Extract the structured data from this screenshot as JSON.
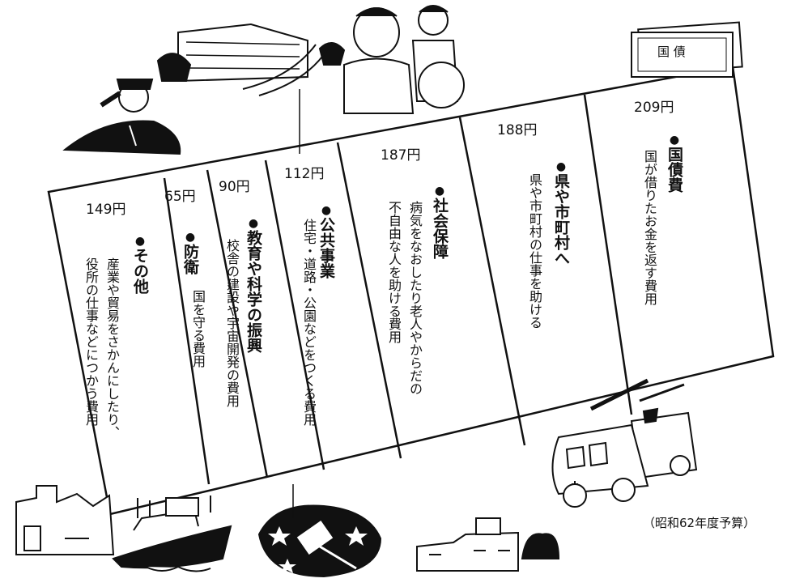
{
  "bond_label": "国 債",
  "footnote": "（昭和62年度予算）",
  "bullet": "●",
  "categories": [
    {
      "amount": "149円",
      "title": "その他",
      "desc_1": "産業や貿易をさかんにしたり、",
      "desc_2": "役所の仕事などにつかう費用"
    },
    {
      "amount": "65円",
      "title": "防衛",
      "desc_1": "国を守る費用"
    },
    {
      "amount": "90円",
      "title": "教育や科学の振興",
      "desc_1": "校舎の建設や宇宙開発の費用"
    },
    {
      "amount": "112円",
      "title": "公共事業",
      "desc_1": "住宅・道路・公園などをつくる費用"
    },
    {
      "amount": "187円",
      "title": "社会保障",
      "desc_1": "病気をなおしたり老人やからだの",
      "desc_2": "不自由な人を助ける費用"
    },
    {
      "amount": "188円",
      "title": "県や市町村へ",
      "desc_1": "県や市町村の仕事を助ける"
    },
    {
      "amount": "209円",
      "title": "国債費",
      "desc_1": "国が借りたお金を返す費用"
    }
  ]
}
